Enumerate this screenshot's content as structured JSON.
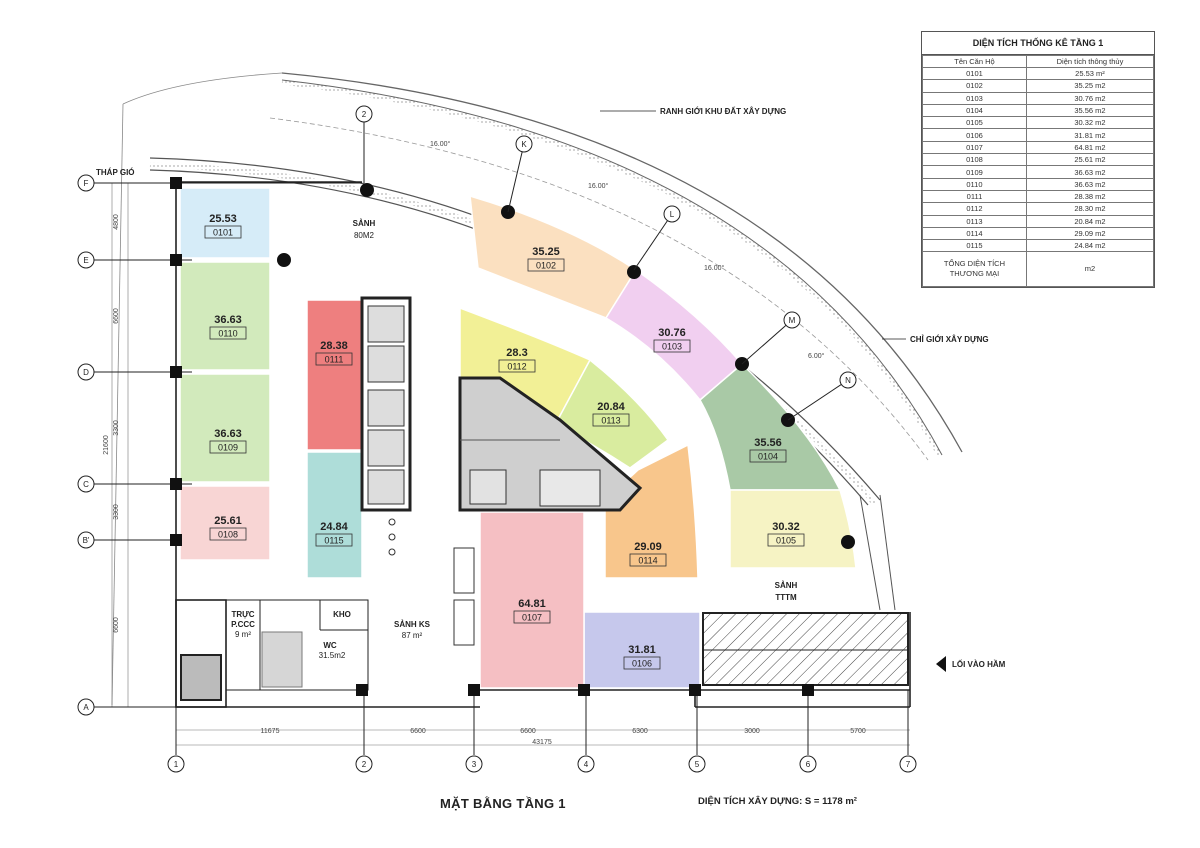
{
  "units": [
    {
      "code": "0101",
      "area": "25.53",
      "color": "#d6ecf8"
    },
    {
      "code": "0102",
      "area": "35.25",
      "color": "#fbe0c0"
    },
    {
      "code": "0103",
      "area": "30.76",
      "color": "#f1cff0"
    },
    {
      "code": "0104",
      "area": "35.56",
      "color": "#a9c9a6"
    },
    {
      "code": "0105",
      "area": "30.32",
      "color": "#f6f3c4"
    },
    {
      "code": "0106",
      "area": "31.81",
      "color": "#c6c8ec"
    },
    {
      "code": "0107",
      "area": "64.81",
      "color": "#f5bfc3"
    },
    {
      "code": "0108",
      "area": "25.61",
      "color": "#f8d5d4"
    },
    {
      "code": "0109",
      "area": "36.63",
      "color": "#d2eabc"
    },
    {
      "code": "0110",
      "area": "36.63",
      "color": "#d2eabc"
    },
    {
      "code": "0111",
      "area": "28.38",
      "color": "#ee7f7f"
    },
    {
      "code": "0112",
      "area": "28.3",
      "color": "#f2f096"
    },
    {
      "code": "0113",
      "area": "20.84",
      "color": "#d9ec9f"
    },
    {
      "code": "0114",
      "area": "29.09",
      "color": "#f8c68c"
    },
    {
      "code": "0115",
      "area": "24.84",
      "color": "#aeddd9"
    }
  ],
  "labels": {
    "thap_gio": "THÁP GIÓ",
    "sanh": "SẢNH",
    "sanh_area": "80M2",
    "sanh_ks": "SẢNH KS",
    "sanh_ks_area": "87 m²",
    "sanh_tttm_1": "SẢNH",
    "sanh_tttm_2": "TTTM",
    "truc_1": "TRỰC",
    "truc_2": "P.CCC",
    "truc_3": "9 m²",
    "kho": "KHO",
    "wc": "WC",
    "wc_area": "31.5m2",
    "ranh_gioi": "RANH GIỚI KHU ĐẤT XÂY DỰNG",
    "chi_gioi": "CHỈ GIỚI XÂY DỰNG",
    "loi_vao_ham": "LỐI VÀO HẦM"
  },
  "axes_h": [
    "F",
    "E",
    "D",
    "C",
    "B'",
    "A"
  ],
  "axes_v": [
    "1",
    "2",
    "3",
    "4",
    "5",
    "6",
    "7"
  ],
  "axes_curve": [
    "K",
    "L",
    "M",
    "N"
  ],
  "dims_bottom": [
    "11675",
    "6600",
    "6600",
    "6300",
    "3000",
    "5700"
  ],
  "dim_total_bottom": "43175",
  "dims_left": [
    "4800",
    "6600",
    "3300",
    "3300",
    "6600"
  ],
  "dim_total_left": "21600",
  "dims_curve": [
    "16.00°",
    "16.00°",
    "16.00°",
    "6.00°"
  ],
  "table": {
    "title": "DIỆN TÍCH THỐNG KÊ TẦNG 1",
    "col1": "Tên Căn Hộ",
    "col2": "Diện tích thông thủy",
    "rows": [
      [
        "0101",
        "25.53 m²"
      ],
      [
        "0102",
        "35.25 m2"
      ],
      [
        "0103",
        "30.76 m2"
      ],
      [
        "0104",
        "35.56 m2"
      ],
      [
        "0105",
        "30.32 m2"
      ],
      [
        "0106",
        "31.81 m2"
      ],
      [
        "0107",
        "64.81 m2"
      ],
      [
        "0108",
        "25.61 m2"
      ],
      [
        "0109",
        "36.63 m2"
      ],
      [
        "0110",
        "36.63 m2"
      ],
      [
        "0111",
        "28.38 m2"
      ],
      [
        "0112",
        "28.30 m2"
      ],
      [
        "0113",
        "20.84 m2"
      ],
      [
        "0114",
        "29.09 m2"
      ],
      [
        "0115",
        "24.84 m2"
      ]
    ],
    "total_label_1": "TỔNG DIỆN TÍCH",
    "total_label_2": "THƯƠNG MẠI",
    "total_value": "m2"
  },
  "title": "MẶT BẰNG TẦNG 1",
  "subtitle": "DIỆN TÍCH XÂY DỰNG: S = 1178 m²"
}
